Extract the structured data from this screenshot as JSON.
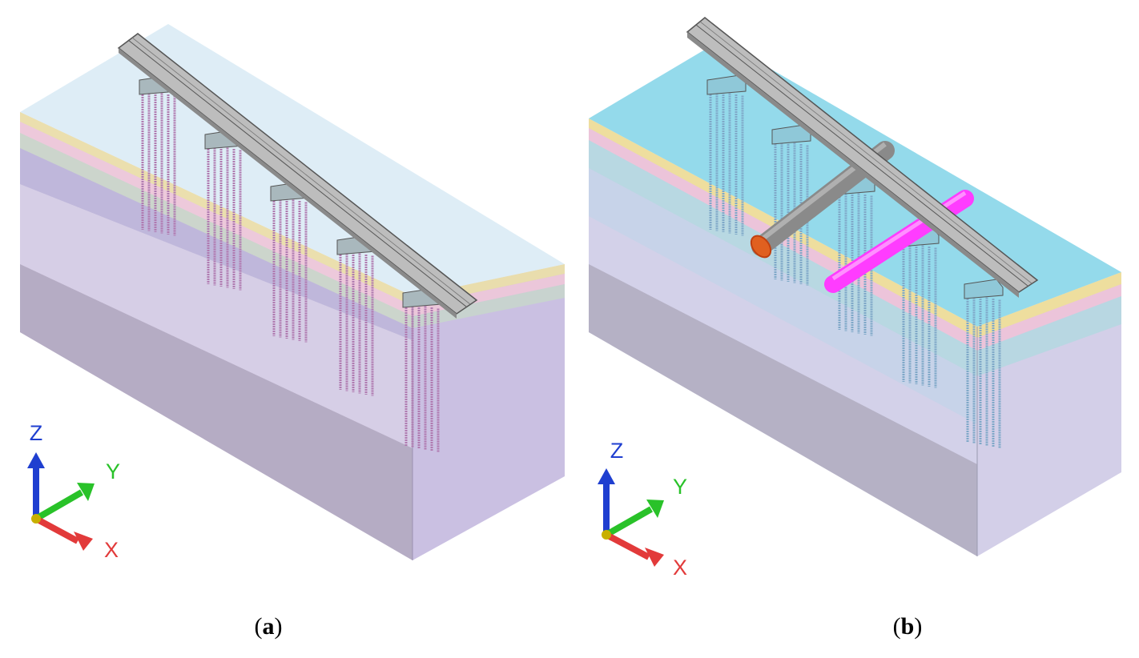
{
  "panels": [
    {
      "caption": "a",
      "axes": {
        "z": "Z",
        "y": "Y",
        "x": "X"
      },
      "pile_color": "#b07ab0",
      "cap_color": "#a9b8bd",
      "top_layer_color": "#dceef8",
      "soil_color": "#b4a7d4"
    },
    {
      "caption": "b",
      "axes": {
        "z": "Z",
        "y": "Y",
        "x": "X"
      },
      "pile_color": "#7fa8c8",
      "cap_color": "#8fc8d8",
      "top_layer_color": "#8ed8ea",
      "soil_color": "#b8b4d8",
      "pipe_colors": [
        "#8a8a8a",
        "#ff3cff"
      ]
    }
  ],
  "axis_colors": {
    "z": "#1f3fd0",
    "y": "#29c229",
    "x": "#e23a3a"
  }
}
